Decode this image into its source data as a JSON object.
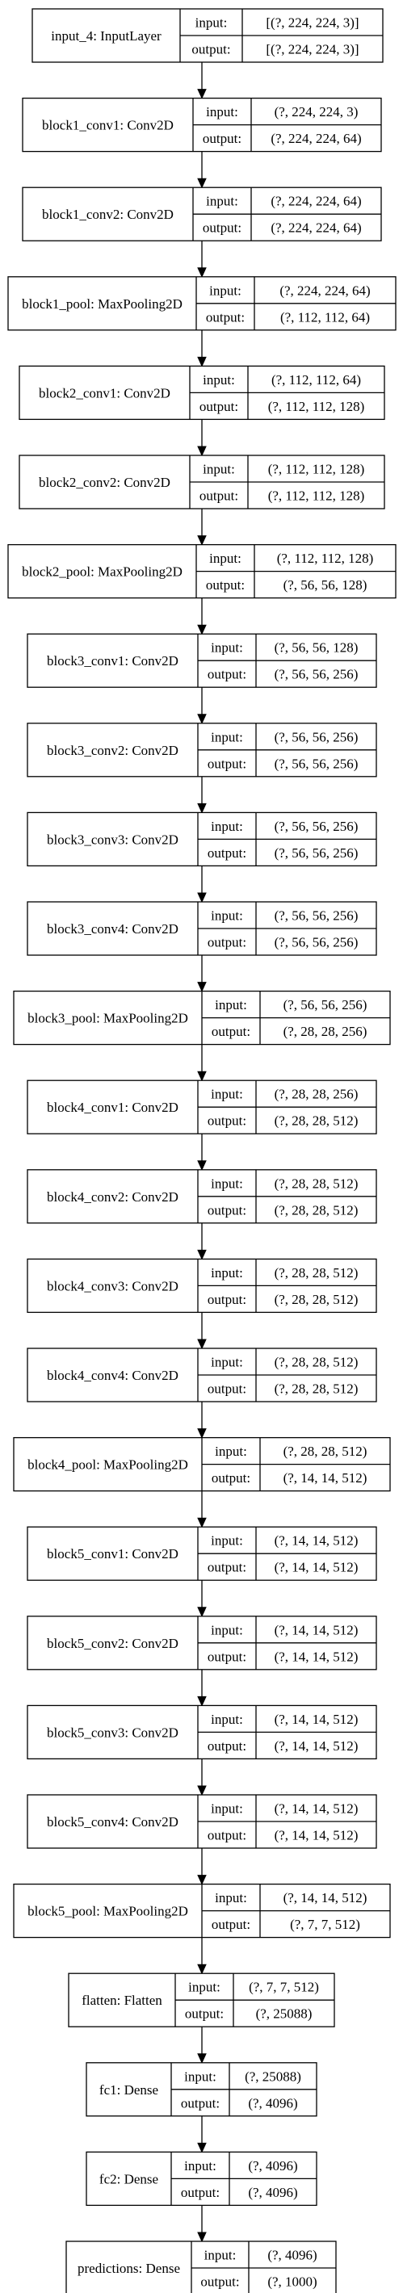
{
  "layers": [
    {
      "name": "input_4: InputLayer",
      "input_label": "input:",
      "output_label": "output:",
      "input": "[(?, 224, 224, 3)]",
      "output": "[(?, 224, 224, 3)]"
    },
    {
      "name": "block1_conv1: Conv2D",
      "input_label": "input:",
      "output_label": "output:",
      "input": "(?, 224, 224, 3)",
      "output": "(?, 224, 224, 64)"
    },
    {
      "name": "block1_conv2: Conv2D",
      "input_label": "input:",
      "output_label": "output:",
      "input": "(?, 224, 224, 64)",
      "output": "(?, 224, 224, 64)"
    },
    {
      "name": "block1_pool: MaxPooling2D",
      "input_label": "input:",
      "output_label": "output:",
      "input": "(?, 224, 224, 64)",
      "output": "(?, 112, 112, 64)"
    },
    {
      "name": "block2_conv1: Conv2D",
      "input_label": "input:",
      "output_label": "output:",
      "input": "(?, 112, 112, 64)",
      "output": "(?, 112, 112, 128)"
    },
    {
      "name": "block2_conv2: Conv2D",
      "input_label": "input:",
      "output_label": "output:",
      "input": "(?, 112, 112, 128)",
      "output": "(?, 112, 112, 128)"
    },
    {
      "name": "block2_pool: MaxPooling2D",
      "input_label": "input:",
      "output_label": "output:",
      "input": "(?, 112, 112, 128)",
      "output": "(?, 56, 56, 128)"
    },
    {
      "name": "block3_conv1: Conv2D",
      "input_label": "input:",
      "output_label": "output:",
      "input": "(?, 56, 56, 128)",
      "output": "(?, 56, 56, 256)"
    },
    {
      "name": "block3_conv2: Conv2D",
      "input_label": "input:",
      "output_label": "output:",
      "input": "(?, 56, 56, 256)",
      "output": "(?, 56, 56, 256)"
    },
    {
      "name": "block3_conv3: Conv2D",
      "input_label": "input:",
      "output_label": "output:",
      "input": "(?, 56, 56, 256)",
      "output": "(?, 56, 56, 256)"
    },
    {
      "name": "block3_conv4: Conv2D",
      "input_label": "input:",
      "output_label": "output:",
      "input": "(?, 56, 56, 256)",
      "output": "(?, 56, 56, 256)"
    },
    {
      "name": "block3_pool: MaxPooling2D",
      "input_label": "input:",
      "output_label": "output:",
      "input": "(?, 56, 56, 256)",
      "output": "(?, 28, 28, 256)"
    },
    {
      "name": "block4_conv1: Conv2D",
      "input_label": "input:",
      "output_label": "output:",
      "input": "(?, 28, 28, 256)",
      "output": "(?, 28, 28, 512)"
    },
    {
      "name": "block4_conv2: Conv2D",
      "input_label": "input:",
      "output_label": "output:",
      "input": "(?, 28, 28, 512)",
      "output": "(?, 28, 28, 512)"
    },
    {
      "name": "block4_conv3: Conv2D",
      "input_label": "input:",
      "output_label": "output:",
      "input": "(?, 28, 28, 512)",
      "output": "(?, 28, 28, 512)"
    },
    {
      "name": "block4_conv4: Conv2D",
      "input_label": "input:",
      "output_label": "output:",
      "input": "(?, 28, 28, 512)",
      "output": "(?, 28, 28, 512)"
    },
    {
      "name": "block4_pool: MaxPooling2D",
      "input_label": "input:",
      "output_label": "output:",
      "input": "(?, 28, 28, 512)",
      "output": "(?, 14, 14, 512)"
    },
    {
      "name": "block5_conv1: Conv2D",
      "input_label": "input:",
      "output_label": "output:",
      "input": "(?, 14, 14, 512)",
      "output": "(?, 14, 14, 512)"
    },
    {
      "name": "block5_conv2: Conv2D",
      "input_label": "input:",
      "output_label": "output:",
      "input": "(?, 14, 14, 512)",
      "output": "(?, 14, 14, 512)"
    },
    {
      "name": "block5_conv3: Conv2D",
      "input_label": "input:",
      "output_label": "output:",
      "input": "(?, 14, 14, 512)",
      "output": "(?, 14, 14, 512)"
    },
    {
      "name": "block5_conv4: Conv2D",
      "input_label": "input:",
      "output_label": "output:",
      "input": "(?, 14, 14, 512)",
      "output": "(?, 14, 14, 512)"
    },
    {
      "name": "block5_pool: MaxPooling2D",
      "input_label": "input:",
      "output_label": "output:",
      "input": "(?, 14, 14, 512)",
      "output": "(?, 7, 7, 512)"
    },
    {
      "name": "flatten: Flatten",
      "input_label": "input:",
      "output_label": "output:",
      "input": "(?, 7, 7, 512)",
      "output": "(?, 25088)"
    },
    {
      "name": "fc1: Dense",
      "input_label": "input:",
      "output_label": "output:",
      "input": "(?, 25088)",
      "output": "(?, 4096)"
    },
    {
      "name": "fc2: Dense",
      "input_label": "input:",
      "output_label": "output:",
      "input": "(?, 4096)",
      "output": "(?, 4096)"
    },
    {
      "name": "predictions: Dense",
      "input_label": "input:",
      "output_label": "output:",
      "input": "(?, 4096)",
      "output": "(?, 1000)"
    }
  ]
}
